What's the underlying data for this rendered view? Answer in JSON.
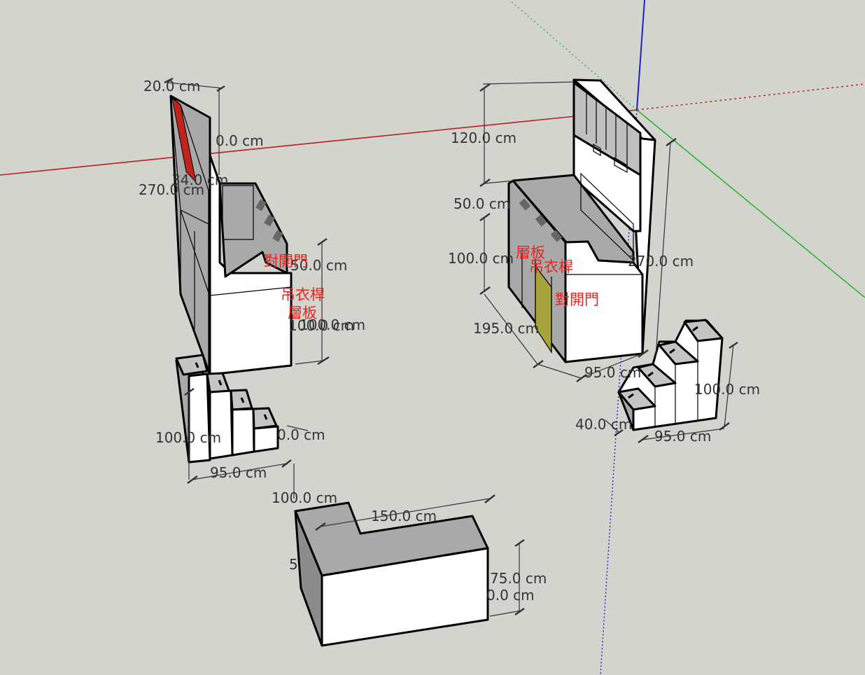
{
  "viewport": {
    "background": "#d4d4cf",
    "axes": {
      "x_color": "#b52020",
      "y_color": "#2db52d",
      "z_color": "#1f1fc8"
    }
  },
  "colors": {
    "face_light": "#ffffff",
    "face_gray": "#a9a9a9",
    "face_dark_gray": "#8c8c8c",
    "highlight_red": "#c0241a",
    "highlight_olive": "#a6a23c",
    "dimension_text": "#333333",
    "annotation_text": "#e8241e"
  },
  "dimensions": {
    "left_top_width": "20.0 cm",
    "left_top_depth": "0.0 cm",
    "left_mid": "34.0 cm",
    "left_height": "270.0 cm",
    "left_side_a": "50.0 cm",
    "left_side_b": "100.0 cm",
    "left_side_c": "100.0 cm",
    "left_stair_height": "100.0 cm",
    "left_stair_width": "95.0 cm",
    "left_stair_small": "0.0 cm",
    "right_top_height": "120.0 cm",
    "right_upper": "50.0 cm",
    "right_lower": "100.0 cm",
    "right_height": "270.0 cm",
    "right_length": "195.0 cm",
    "right_width": "95.0 cm",
    "right_stair_height": "100.0 cm",
    "right_stair_depth": "40.0 cm",
    "right_stair_width": "95.0 cm",
    "desk_left": "100.0 cm",
    "desk_top": "150.0 cm",
    "desk_height": "75.0 cm",
    "desk_bottom": "0.0 cm",
    "desk_side": "5"
  },
  "annotations": {
    "left_door": "對開門",
    "left_rod": "吊衣桿",
    "left_shelf": "層板",
    "right_shelf": "層板",
    "right_rod": "吊衣桿",
    "right_door": "對開門"
  }
}
